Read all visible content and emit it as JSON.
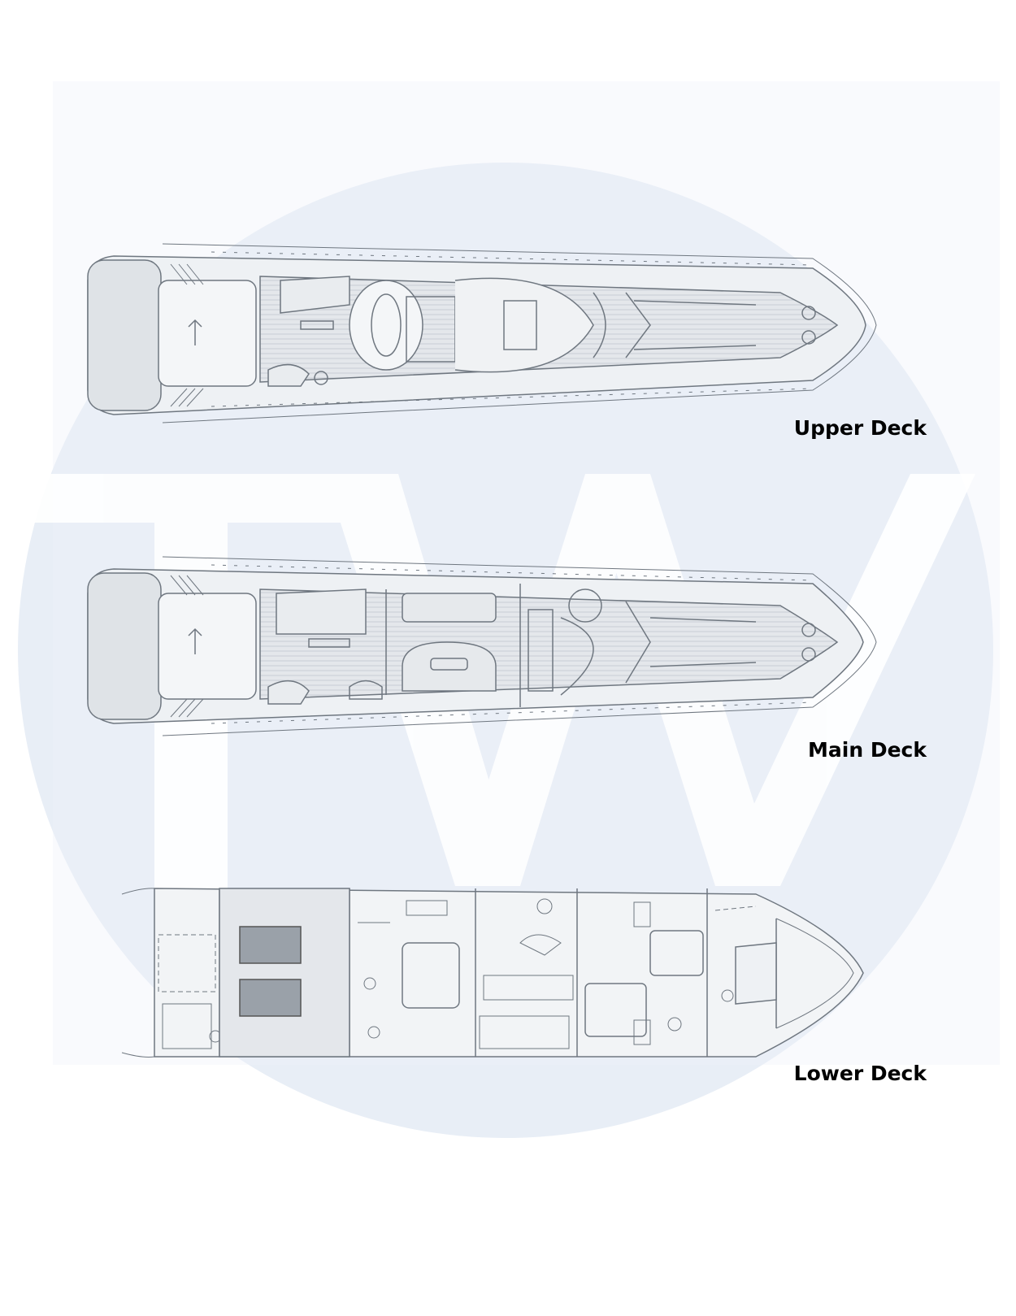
{
  "decks": [
    {
      "id": "upper",
      "label": "Upper Deck"
    },
    {
      "id": "main",
      "label": "Main Deck"
    },
    {
      "id": "lower",
      "label": "Lower Deck"
    }
  ],
  "watermark": {
    "letters": "TW",
    "color": "#e6ecf5",
    "logo": "circle-tw-watermark"
  },
  "colors": {
    "line": "#6f7780",
    "hull_fill": "#eef1f4",
    "deck_fill": "#d7dbe0",
    "label": "#000000"
  }
}
